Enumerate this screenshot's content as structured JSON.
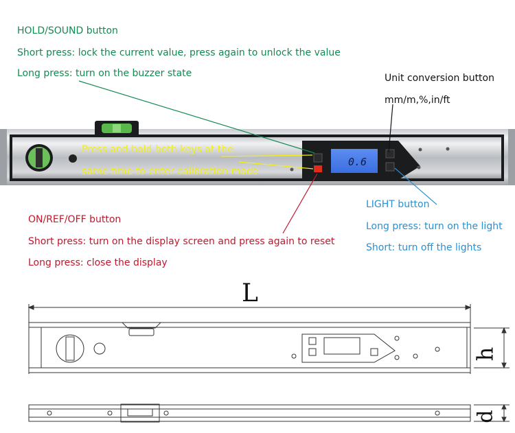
{
  "hold_sound": {
    "title": "HOLD/SOUND button",
    "short": "Short press: lock the current value, press again to unlock the value",
    "long": "Long press: turn on the buzzer state"
  },
  "unit_conversion": {
    "title": "Unit conversion button",
    "units": "mm/m,%,in/ft"
  },
  "calibration": {
    "line1": "Press and hold both keys at the",
    "line2": "same time to enter calibration mode"
  },
  "light": {
    "title": "LIGHT button",
    "long": "Long press: turn on the light",
    "short": "Short: turn off the lights"
  },
  "on_ref_off": {
    "title": "ON/REF/OFF button",
    "short": "Short press: turn on the display screen and press again to reset",
    "long": "Long press: close the display"
  },
  "display": {
    "reading": "0.6"
  },
  "dimensions": {
    "length": "L",
    "height": "h",
    "depth": "d"
  },
  "colors": {
    "green": "#138a52",
    "red": "#c2172d",
    "blue": "#2b8fd0",
    "yellow": "#f4ee1a"
  }
}
